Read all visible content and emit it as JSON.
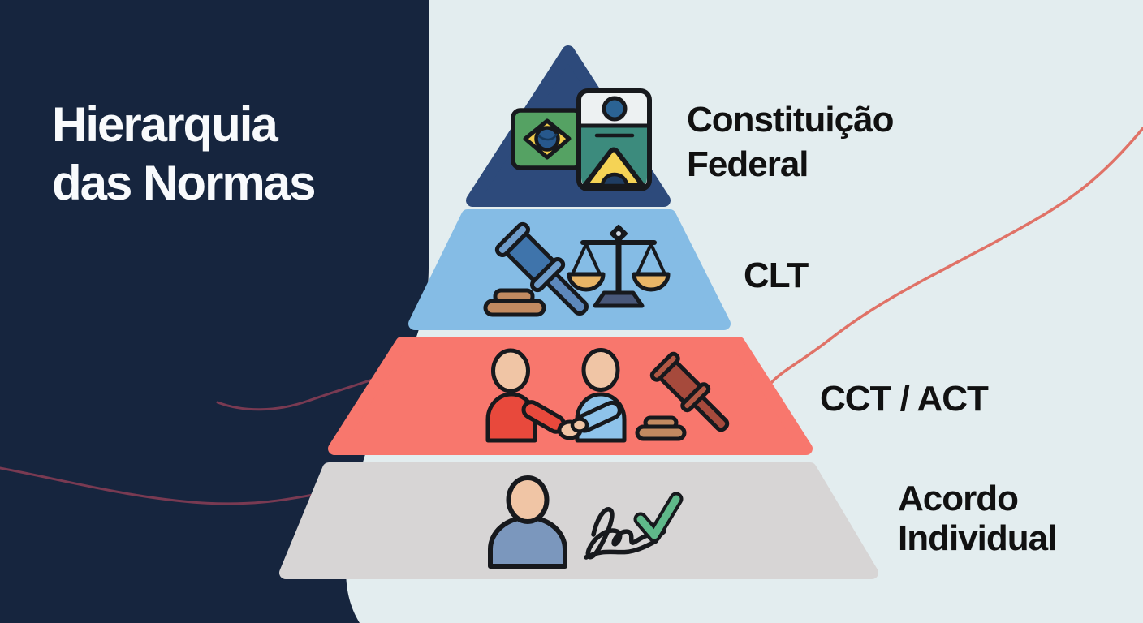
{
  "title": {
    "text": "Hierarquia\ndas Normas"
  },
  "pyramid": {
    "levels": [
      {
        "id": "constituicao-federal",
        "label": "Constituição\nFederal",
        "rank": 1,
        "color": "#2d4a7b",
        "icons": [
          "brazil-flag-icon",
          "constitution-card-icon"
        ]
      },
      {
        "id": "clt",
        "label": "CLT",
        "rank": 2,
        "color": "#85bce5",
        "icons": [
          "gavel-icon",
          "scales-of-justice-icon"
        ]
      },
      {
        "id": "cct-act",
        "label": "CCT / ACT",
        "rank": 3,
        "color": "#f8776d",
        "icons": [
          "handshake-people-icon",
          "gavel-icon"
        ]
      },
      {
        "id": "acordo-individual",
        "label": "Acordo\nIndividual",
        "rank": 4,
        "color": "#d7d5d5",
        "icons": [
          "person-icon",
          "signature-icon",
          "checkmark-icon"
        ]
      }
    ]
  },
  "colors": {
    "background_left": "#16253e",
    "background_right": "#e3edef",
    "title_text": "#f8fafc",
    "label_text": "#111111",
    "accent_wave_right": "#e07267",
    "accent_wave_dark": "#793a52",
    "outline": "#17191d",
    "flag_green": "#55a263",
    "flag_yellow": "#f2cc4b",
    "flag_blue": "#27588c",
    "card_white": "#edf1f2",
    "card_teal": "#3c8b7d",
    "card_mountain_yellow": "#f5d355",
    "gavel_blue": "#3f74ab",
    "gavel_blue_light": "#6f9dcb",
    "gavel_handle_blue": "#5d88bc",
    "sound_block_brown": "#c28a60",
    "scales_pan_tan": "#e9b566",
    "scales_base": "#49587a",
    "person_skin": "#f0c5a5",
    "shirt_red": "#e8493c",
    "shirt_blue": "#8ec3ea",
    "gavel_red": "#a64a3c",
    "gavel_red_light": "#b25844",
    "person_body_blue": "#7b97bd",
    "check_green": "#5fb98a"
  }
}
